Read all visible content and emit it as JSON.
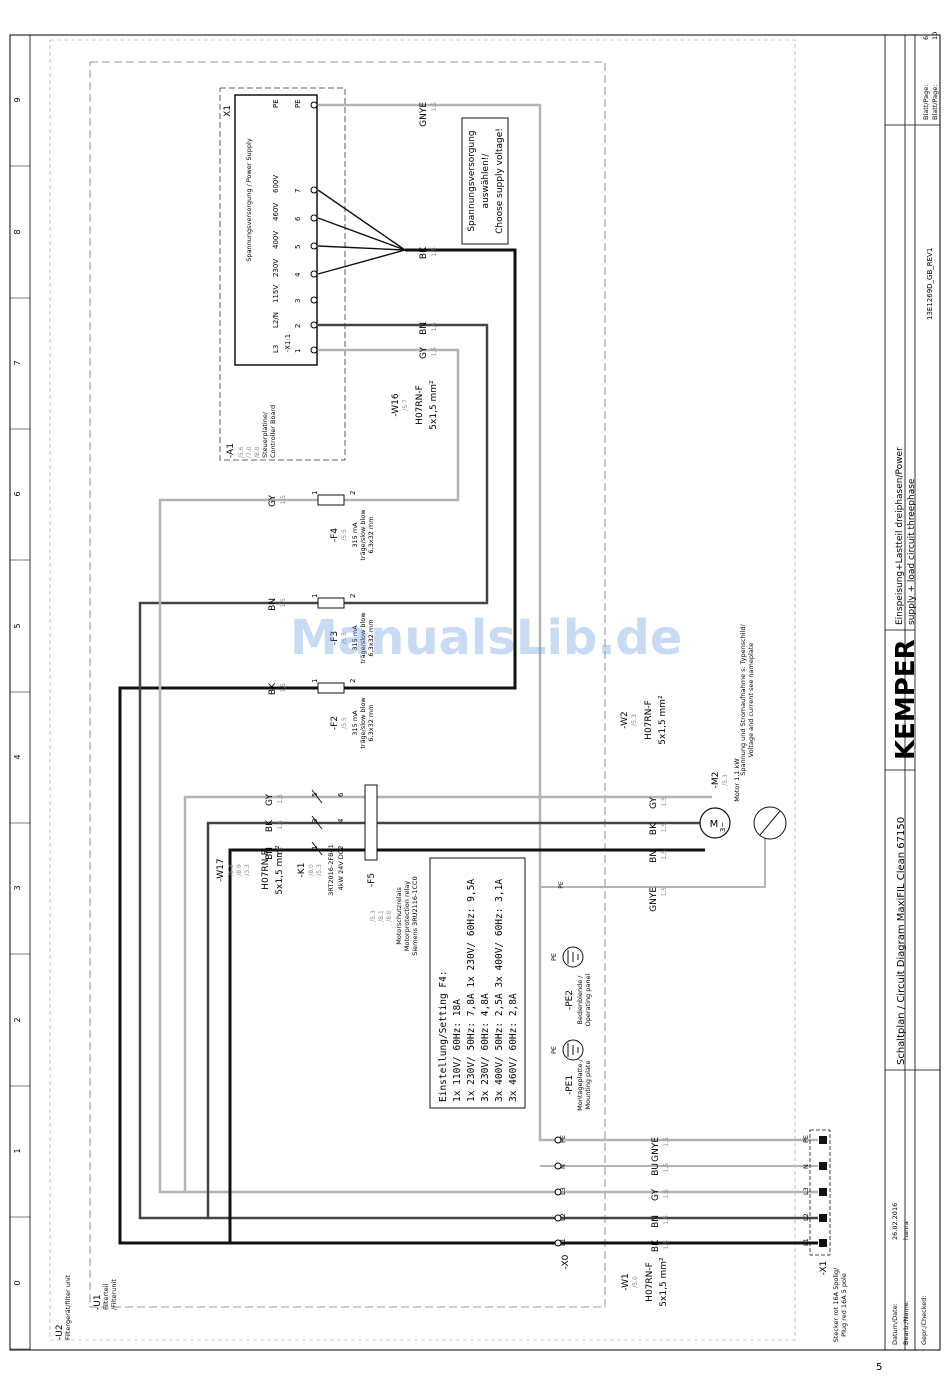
{
  "page_number": "5",
  "watermark": "ManualsLib.de",
  "title_block": {
    "date_label": "Datum/Date:",
    "date_value": "26.02.2016",
    "editor_label": "Bearb./Name:",
    "editor_value": "hanra",
    "checked_label": "Gepr./Checked:",
    "brand": "KEMPER",
    "drawing_title": "Schaltplan / Circuit Diagram MaxiFIL Clean 67150",
    "subtitle_de": "Einspeisung+Lastteil dreiphasen/Power",
    "subtitle_en": "supply + load circuit threephase",
    "doc_id": "13E1269D_GB_REV1",
    "sheet_label": "Blatt/Page:",
    "sheet_value": "6",
    "pages_label": "Blatt/Page:",
    "pages_value": "10"
  },
  "grid_numbers": [
    "9",
    "8",
    "7",
    "6",
    "5",
    "4",
    "3",
    "2",
    "1",
    "0"
  ],
  "filter_unit": {
    "tag": "-U2",
    "name": "Filtergerät/filter unit",
    "sub_tag": "-U1",
    "sub_name1": "Filterteil",
    "sub_name2": "/Filterunit"
  },
  "controller": {
    "tag": "-A1",
    "refs": [
      "/5.6",
      "/7.0",
      "/8.0"
    ],
    "name1": "Steuerplatine/",
    "name2": "Controller Board",
    "terminal_block": "X1",
    "terminal_desc": "Spannungsversorgung / Power Supply",
    "terminal_ref": "-X1:1",
    "terminals": [
      {
        "n": "PE",
        "label": "PE"
      },
      {
        "n": "7",
        "label": "600V"
      },
      {
        "n": "6",
        "label": "460V"
      },
      {
        "n": "5",
        "label": "400V"
      },
      {
        "n": "4",
        "label": "230V"
      },
      {
        "n": "3",
        "label": "115V"
      },
      {
        "n": "2",
        "label": "L2/N"
      },
      {
        "n": "1",
        "label": "L3"
      }
    ]
  },
  "supply_note": {
    "line1": "Spannungsversorgung",
    "line2": "auswählen!/",
    "line3": "Choose supply voltage!"
  },
  "cables": {
    "w16": {
      "tag": "-W16",
      "type": "H07RN-F",
      "size": "5x1,5 mm²",
      "refs": [
        "/5.7"
      ]
    },
    "w17": {
      "tag": "-W17",
      "type": "H07RN-F",
      "size": "5x1,5 mm²",
      "refs": [
        "/5.3",
        "/8.9",
        "/3.3"
      ]
    },
    "w1": {
      "tag": "-W1",
      "type": "H07RN-F",
      "size": "5x1,5 mm²",
      "refs": [
        "/5.0"
      ]
    },
    "w2": {
      "tag": "-W2",
      "type": "H07RN-F",
      "size": "5x1,5 mm²",
      "refs": [
        "/5.3"
      ]
    }
  },
  "wire_labels": {
    "gnye": "GNYE",
    "bk": "BK",
    "bn": "BN",
    "gy": "GY",
    "bu": "BU",
    "cross": "1,5"
  },
  "fuses": [
    {
      "tag": "-F4",
      "ref": "/5.5",
      "rating": "315 mA",
      "char": "träge/slow blow",
      "size": "6,3x32 mm"
    },
    {
      "tag": "-F3",
      "ref": "/5.5",
      "rating": "315 mA",
      "char": "träge/slow blow",
      "size": "6,3x32 mm"
    },
    {
      "tag": "-F2",
      "ref": "/5.5",
      "rating": "315 mA",
      "char": "träge/slow blow",
      "size": "6,3x32 mm"
    }
  ],
  "contactor": {
    "tag": "-K1",
    "refs": [
      "/8.0",
      "/5.3"
    ],
    "type": "3RT2016-2FB41",
    "coil": "4kW 24V DC"
  },
  "motor_relay": {
    "tag": "-F5",
    "refs": [
      "/5.3",
      "/8.1",
      "/8.0"
    ],
    "name_de": "Motorschutzrelais",
    "name_en": "Motorprotection relay",
    "type": "Siemens  3RU2116-1CC0"
  },
  "motor": {
    "tag": "-M2",
    "ref": "/5.3",
    "power": "Motor 1,1 kW",
    "note_de": "Spannung und Stromaufnahme s. Typenschild/",
    "note_en": "Voltage and current see nameplate",
    "symbol": "M",
    "phases": "3~"
  },
  "settings": {
    "title": "Einstellung/Setting F4:",
    "rows": [
      "1x 110V/ 60Hz: 18A",
      "1x 230V/ 50Hz: 7,8A   1x 230V/ 60Hz:  9,5A",
      "3x 230V/ 60Hz: 4,8A",
      "3x 400V/ 50Hz: 2,5A   3x 400V/ 60Hz:  3,1A",
      "3x 460V/ 60Hz: 2,8A"
    ]
  },
  "pe1": {
    "tag": "-PE1",
    "name1": "Montageplatte /",
    "name2": "Mounting plate",
    "pe": "PE"
  },
  "pe2": {
    "tag": "-PE2",
    "name1": "Bedienblende /",
    "name2": "Operating panel",
    "pe": "PE"
  },
  "x0": {
    "tag": "-X0",
    "terminals": [
      "L1",
      "L2",
      "L3",
      "N",
      "PE"
    ]
  },
  "plug": {
    "tag": "-X1",
    "name1": "Stecker rot 16A 5polig/",
    "name2": "Plug red 16A 5 pole",
    "terminals": [
      "L1",
      "L2",
      "L3",
      "N",
      "PE"
    ]
  },
  "colors": {
    "black": "#111111",
    "dark": "#444444",
    "light": "#b4b4b4",
    "grey": "#888888"
  }
}
